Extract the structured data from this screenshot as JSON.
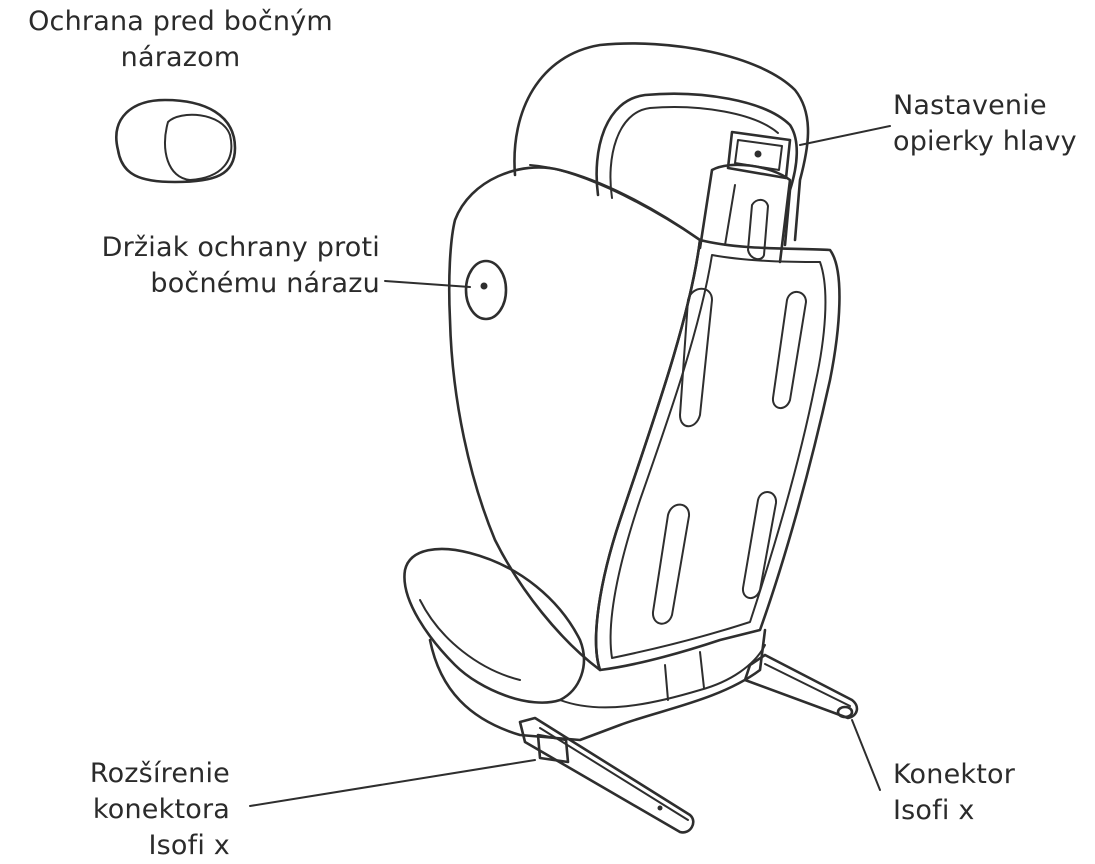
{
  "labels": {
    "side_protection_line1": "Ochrana pred bočným",
    "side_protection_line2": "nárazom",
    "holder_line1": "Držiak ochrany proti",
    "holder_line2": "bočnému nárazu",
    "headrest_line1": "Nastavenie",
    "headrest_line2": "opierky hlavy",
    "extension_line1": "Rozšírenie",
    "extension_line2": "konektora",
    "extension_line3": "Isofi x",
    "connector_line1": "Konektor",
    "connector_line2": "Isofi x"
  },
  "colors": {
    "outline": "#2e2e2e",
    "side_protection_fill": "#777777",
    "holder_fill": "#a6a6a6",
    "text": "#2b2b2b"
  }
}
